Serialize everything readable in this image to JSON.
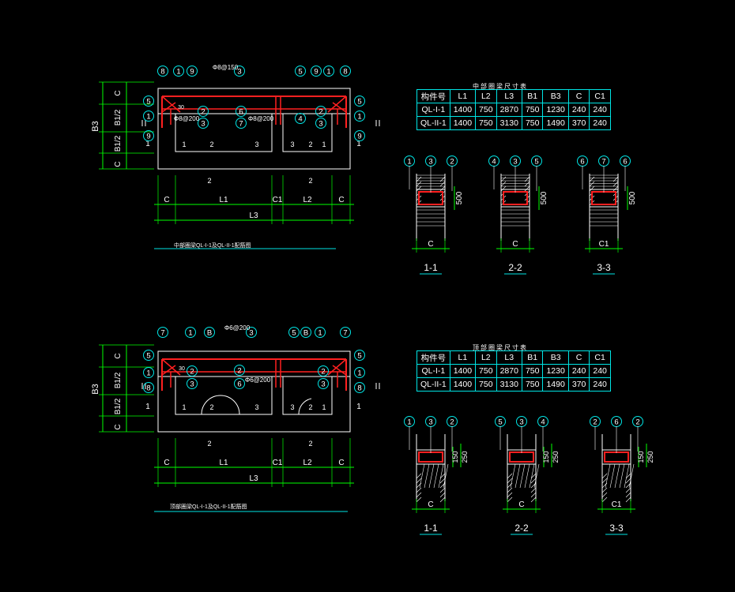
{
  "dims": {
    "C": "C",
    "L1": "L1",
    "C1": "C1",
    "L2": "L2",
    "L3": "L3",
    "B3": "B3",
    "B1h": "B1/2"
  },
  "plan_top": {
    "title": "中部圈梁QL-I-1及QL-II-1配筋图",
    "rebar_top": "Φ8@150",
    "rebar_left": "Φ8@200",
    "rebar_mid": "Φ8@200",
    "angle": "30"
  },
  "plan_bottom": {
    "title": "顶部圈梁QL-I-1及QL-II-1配筋图",
    "rebar_top": "Φ6@200",
    "rebar_mid": "Φ6@200",
    "angle": "30"
  },
  "table_mid": {
    "title": "中部圈梁尺寸表",
    "headers": [
      "构件号",
      "L1",
      "L2",
      "L3",
      "B1",
      "B3",
      "C",
      "C1"
    ],
    "rows": [
      [
        "QL-I-1",
        "1400",
        "750",
        "2870",
        "750",
        "1230",
        "240",
        "240"
      ],
      [
        "QL-II-1",
        "1400",
        "750",
        "3130",
        "750",
        "1490",
        "370",
        "240"
      ]
    ]
  },
  "table_top": {
    "title": "顶部圈梁尺寸表",
    "headers": [
      "构件号",
      "L1",
      "L2",
      "L3",
      "B1",
      "B3",
      "C",
      "C1"
    ],
    "rows": [
      [
        "QL-I-1",
        "1400",
        "750",
        "2870",
        "750",
        "1230",
        "240",
        "240"
      ],
      [
        "QL-II-1",
        "1400",
        "750",
        "3130",
        "750",
        "1490",
        "370",
        "240"
      ]
    ]
  },
  "sections_mid": [
    {
      "title": "1-1",
      "labels": [
        "1",
        "3",
        "2"
      ],
      "dim_w": "C",
      "dim_h": "500"
    },
    {
      "title": "2-2",
      "labels": [
        "4",
        "3",
        "5"
      ],
      "dim_w": "C",
      "dim_h": "500"
    },
    {
      "title": "3-3",
      "labels": [
        "6",
        "7",
        "6"
      ],
      "dim_w": "C1",
      "dim_h": "500"
    }
  ],
  "sections_top": [
    {
      "title": "1-1",
      "labels": [
        "1",
        "3",
        "2"
      ],
      "dim_w": "C",
      "dim_h1": "150",
      "dim_h2": "250"
    },
    {
      "title": "2-2",
      "labels": [
        "5",
        "3",
        "4"
      ],
      "dim_w": "C",
      "dim_h1": "150",
      "dim_h2": "250"
    },
    {
      "title": "3-3",
      "labels": [
        "2",
        "6",
        "2"
      ],
      "dim_w": "C1",
      "dim_h1": "150",
      "dim_h2": "250"
    }
  ],
  "colors": {
    "bg": "#000000",
    "line": "#ffffff",
    "dim": "#00ff00",
    "rebar": "#ff2020",
    "callout": "#00e5e5"
  }
}
